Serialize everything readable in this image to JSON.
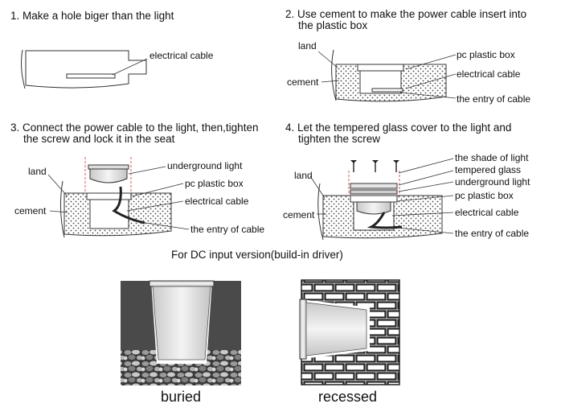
{
  "steps": [
    {
      "line1": "1. Make a hole biger than the light",
      "line2": ""
    },
    {
      "line1": "2. Use cement to make the power cable insert into",
      "line2": "the plastic box"
    },
    {
      "line1": "3. Connect the power cable to the light, then,tighten",
      "line2": "the screw and lock it in the seat"
    },
    {
      "line1": "4. Let the tempered glass cover to the light and",
      "line2": "tighten the screw"
    }
  ],
  "labels": {
    "d1_electrical_cable": "electrical cable",
    "d2_land": "land",
    "d2_cement": "cement",
    "d2_pc_plastic_box": "pc plastic box",
    "d2_electrical_cable": "electrical cable",
    "d2_entry_of_cable": "the entry of cable",
    "d3_land": "land",
    "d3_cement": "cement",
    "d3_underground_light": "underground  light",
    "d3_pc_plastic_box": "pc plastic box",
    "d3_electrical_cable": "electrical cable",
    "d3_entry_of_cable": "the entry of cable",
    "d4_land": "land",
    "d4_cement": "cement",
    "d4_shade_of_light": "the shade of light",
    "d4_tempered_glass": "tempered glass",
    "d4_underground_light": "underground  light",
    "d4_pc_plastic_box": "pc plastic box",
    "d4_electrical_cable": "electrical cable",
    "d4_entry_of_cable": "the entry of cable"
  },
  "caption": "For DC input version(build-in driver)",
  "install_types": {
    "buried": "buried",
    "recessed": "recessed"
  }
}
